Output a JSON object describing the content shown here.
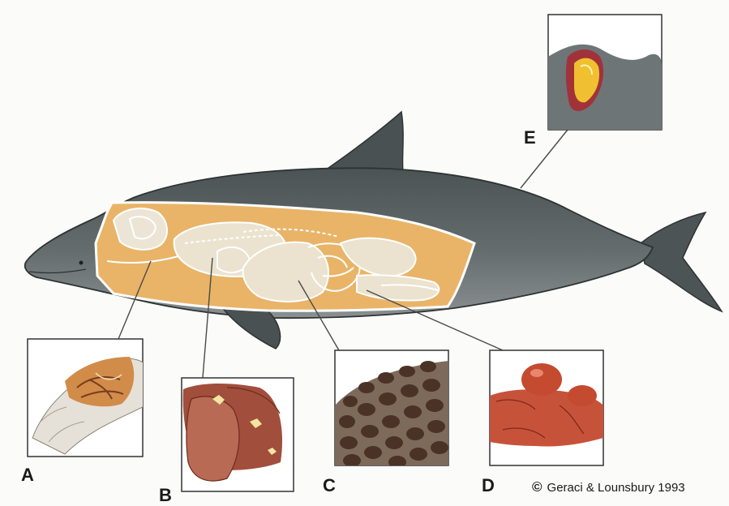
{
  "labels": {
    "a": "A",
    "b": "B",
    "c": "C",
    "d": "D",
    "e": "E"
  },
  "credit": {
    "symbol": "©",
    "text": "Geraci & Lounsbury 1993"
  },
  "colors": {
    "whale_body": "#5f6668",
    "whale_dark": "#3f4547",
    "body_cavity": "#e9b468",
    "organ_outline": "#ffffff",
    "tissue_red": "#b8492e",
    "tissue_dark": "#4a3226",
    "lesion_yellow": "#f0c030"
  }
}
